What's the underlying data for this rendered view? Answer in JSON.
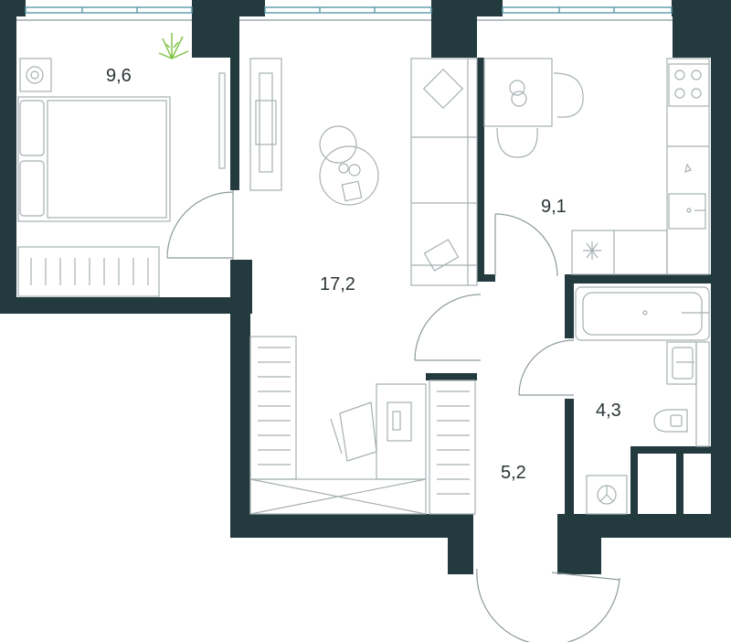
{
  "rooms": [
    {
      "id": "bedroom",
      "area": "9,6"
    },
    {
      "id": "living",
      "area": "17,2"
    },
    {
      "id": "kitchen",
      "area": "9,1"
    },
    {
      "id": "bathroom",
      "area": "4,3"
    },
    {
      "id": "hallway",
      "area": "5,2"
    }
  ],
  "colors": {
    "wall": "#233b3f",
    "window": "#5b9aa8",
    "furniture": "#a7b0b2",
    "plant": "#7dc242",
    "text": "#2a3436"
  }
}
